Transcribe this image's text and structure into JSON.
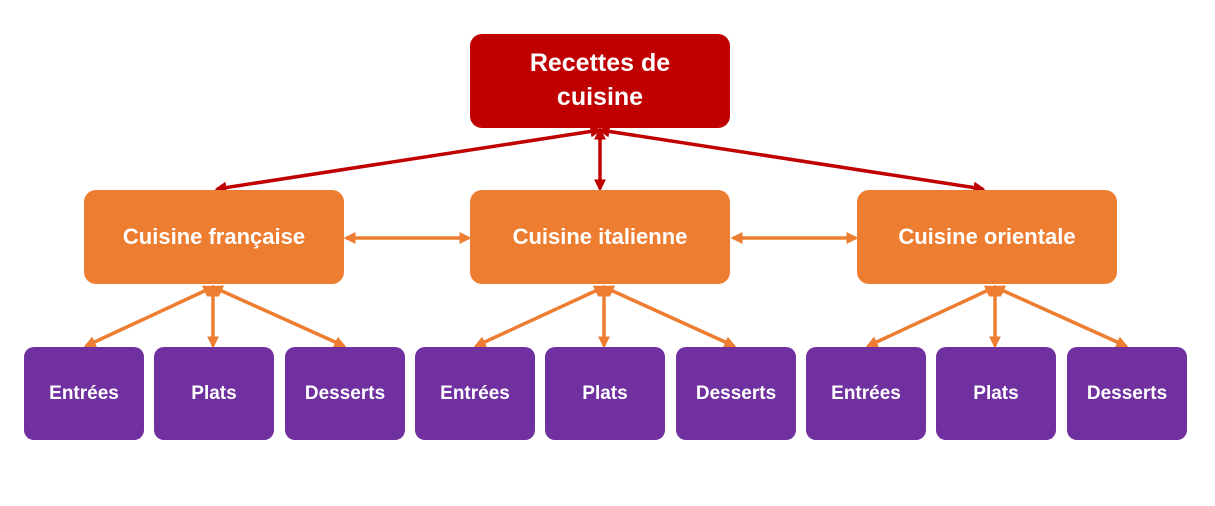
{
  "colors": {
    "root": "#c00000",
    "category": "#ed7d31",
    "leaf": "#7030a0",
    "root_arrow": "#c00000",
    "category_arrow": "#ed7d31",
    "leaf_arrow": "#ffffff"
  },
  "diagram": {
    "root": {
      "label": "Recettes de cuisine"
    },
    "categories": [
      {
        "label": "Cuisine française",
        "children": [
          {
            "label": "Entrées"
          },
          {
            "label": "Plats"
          },
          {
            "label": "Desserts"
          }
        ]
      },
      {
        "label": "Cuisine italienne",
        "children": [
          {
            "label": "Entrées"
          },
          {
            "label": "Plats"
          },
          {
            "label": "Desserts"
          }
        ]
      },
      {
        "label": "Cuisine orientale",
        "children": [
          {
            "label": "Entrées"
          },
          {
            "label": "Plats"
          },
          {
            "label": "Desserts"
          }
        ]
      }
    ]
  }
}
